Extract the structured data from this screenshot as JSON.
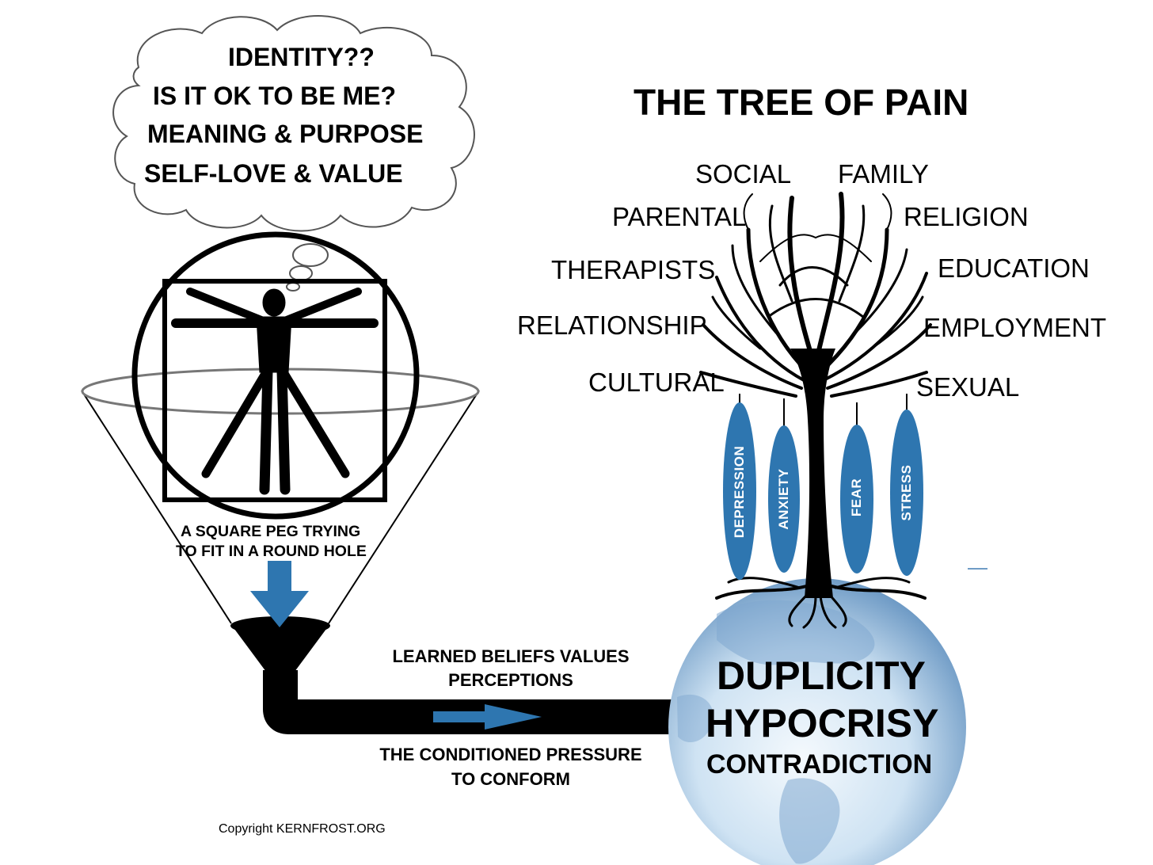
{
  "title": "THE TREE OF PAIN",
  "thought_cloud": {
    "lines": [
      "IDENTITY??",
      "IS IT OK TO BE ME?",
      "MEANING & PURPOSE",
      "SELF-LOVE & VALUE"
    ]
  },
  "branches": {
    "social": "SOCIAL",
    "family": "FAMILY",
    "parental": "PARENTAL",
    "religion": "RELIGION",
    "therapists": "THERAPISTS",
    "education": "EDUCATION",
    "relationship": "RELATIONSHIP",
    "employment": "EMPLOYMENT",
    "cultural": "CULTURAL",
    "sexual": "SEXUAL"
  },
  "fruits": [
    "DEPRESSION",
    "ANXIETY",
    "FEAR",
    "STRESS"
  ],
  "funnel_caption": [
    "A SQUARE PEG TRYING",
    "TO FIT IN A ROUND HOLE"
  ],
  "pipe_top": [
    "LEARNED BELIEFS VALUES",
    "PERCEPTIONS"
  ],
  "pipe_bottom": [
    "THE CONDITIONED PRESSURE",
    "TO CONFORM"
  ],
  "globe": [
    "DUPLICITY",
    "HYPOCRISY",
    "CONTRADICTION"
  ],
  "copyright": "Copyright KERNFROST.ORG",
  "colors": {
    "accent_blue": "#2e76b0",
    "ink": "#000000",
    "globe_light": "#dcecf8",
    "globe_dark": "#6f9cc6"
  }
}
